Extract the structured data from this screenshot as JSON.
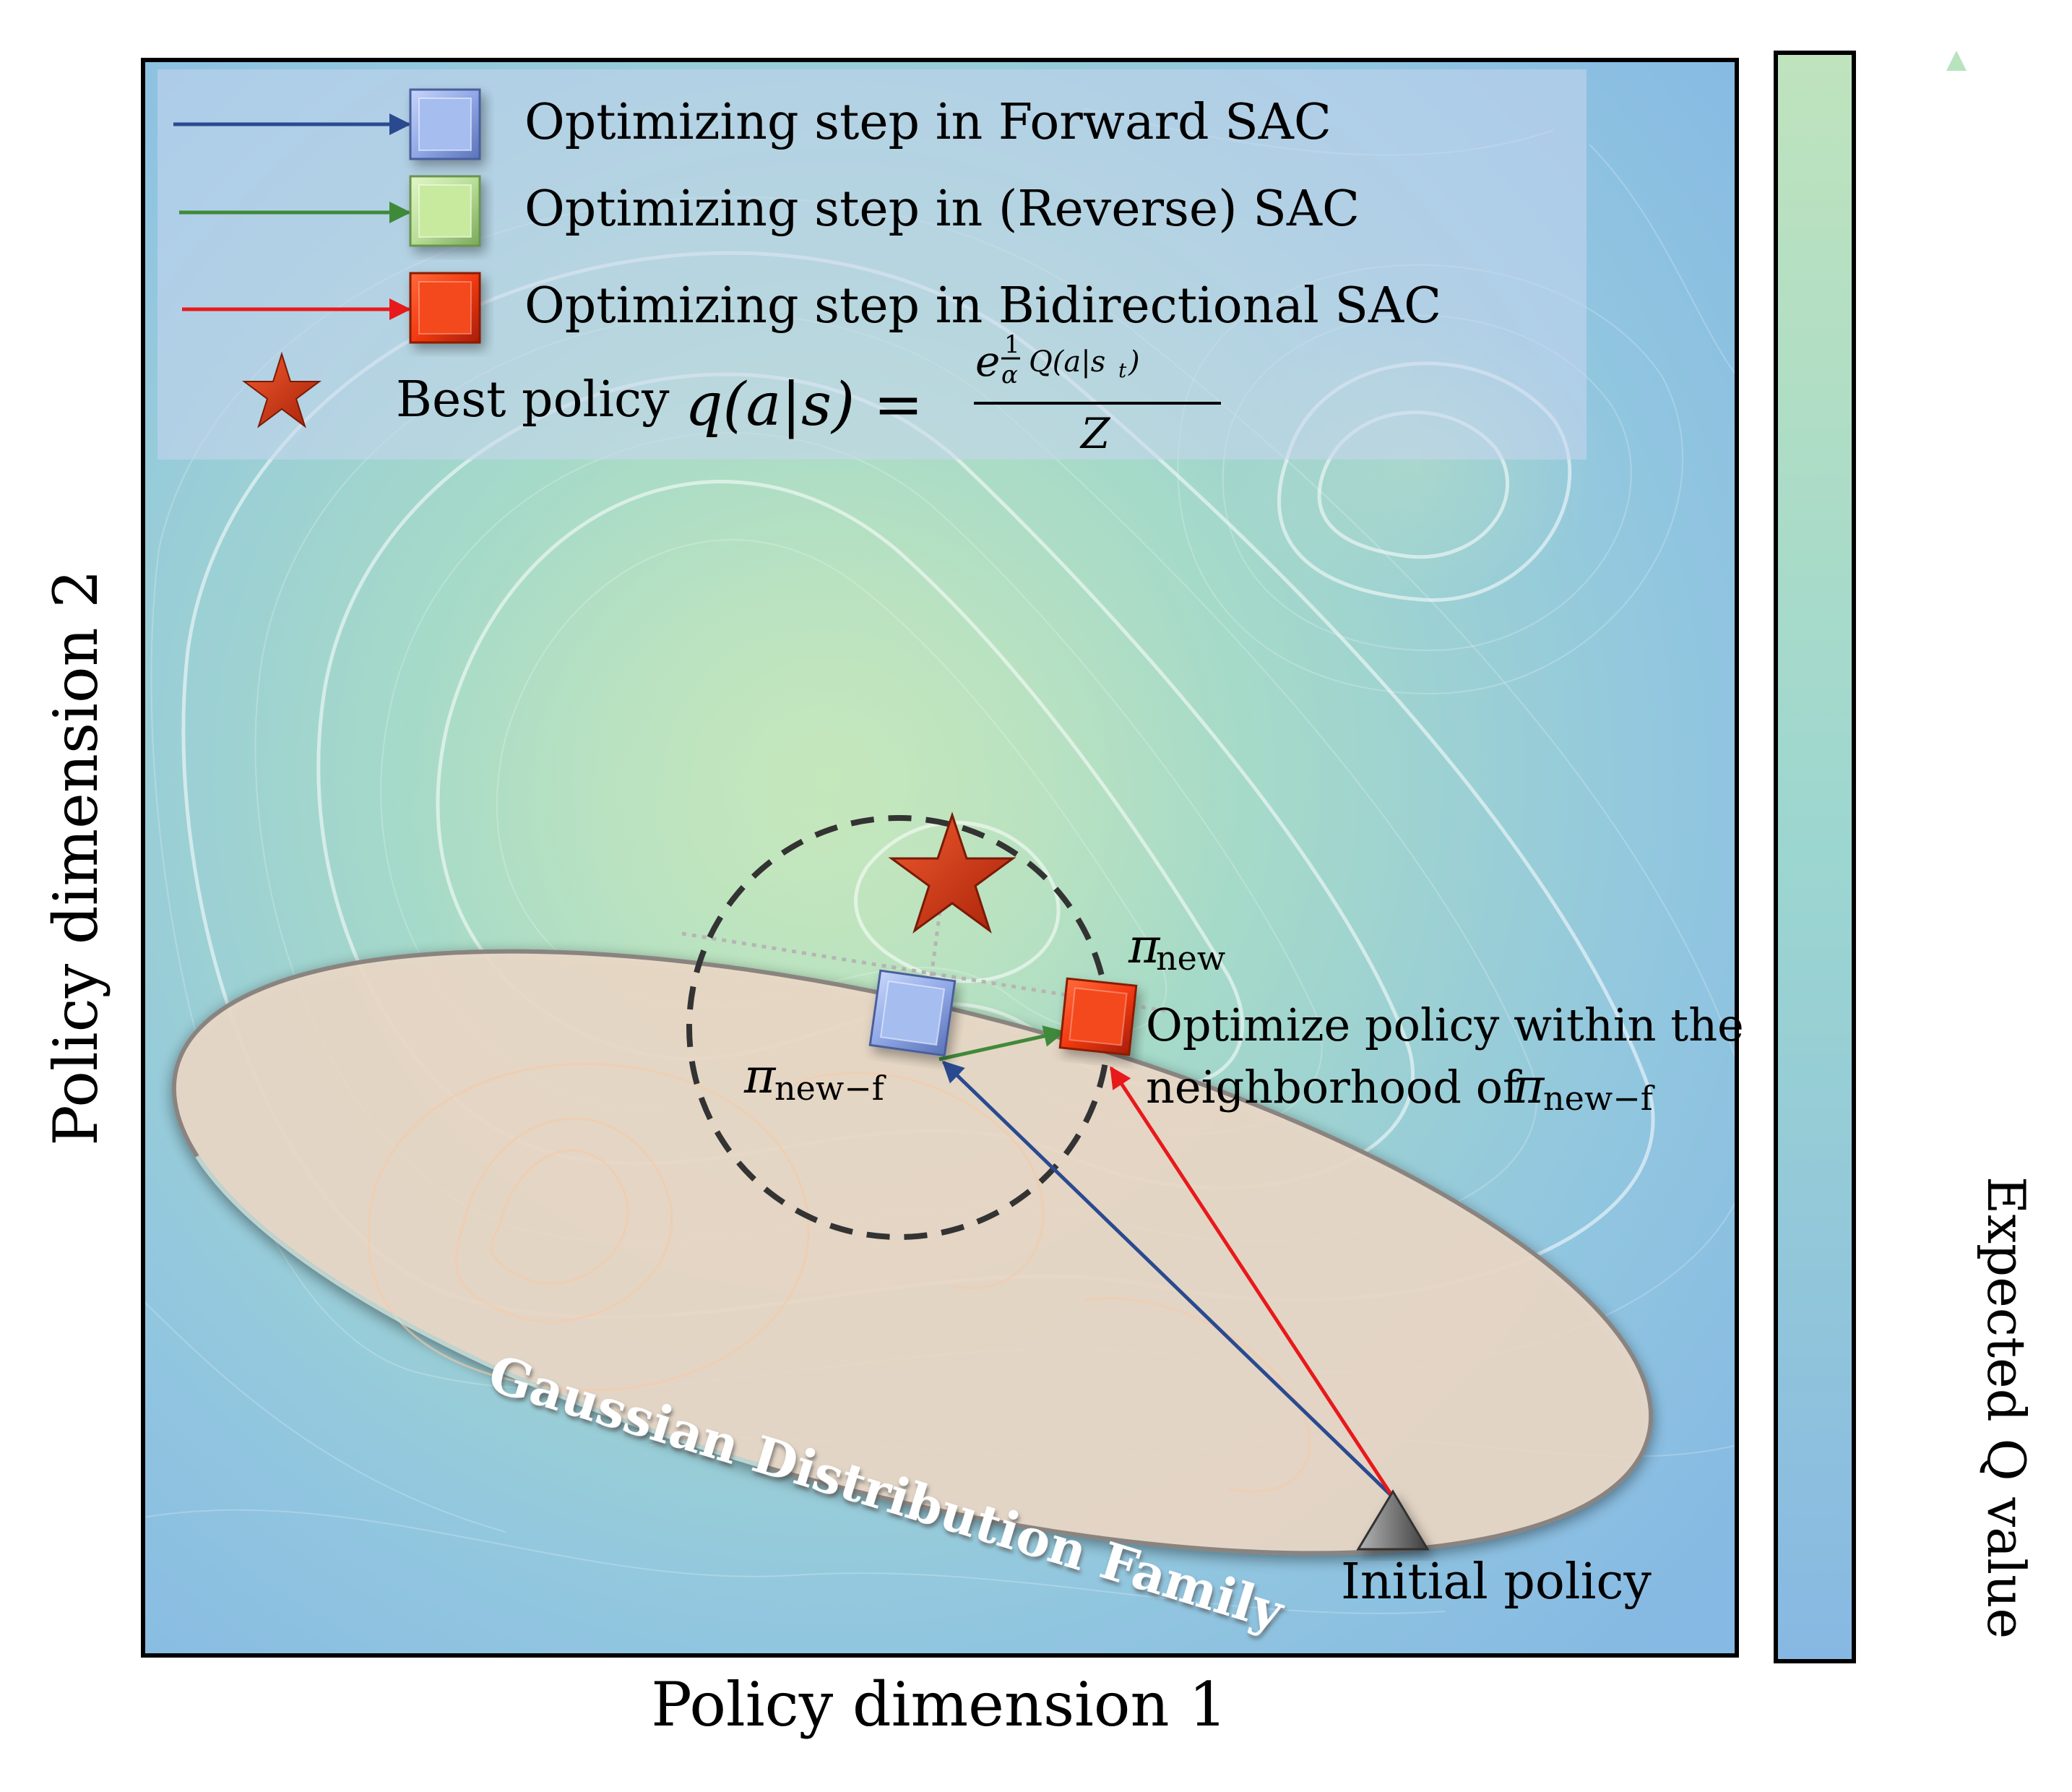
{
  "axes": {
    "xlabel": "Policy dimension 1",
    "ylabel": "Policy dimension 2",
    "colorbar_label": "Expected Q value"
  },
  "legend": {
    "items": [
      {
        "label": "Optimizing step in Forward SAC",
        "arrow_color": "#2a4a90",
        "marker": "blue-square"
      },
      {
        "label": "Optimizing step in (Reverse) SAC",
        "arrow_color": "#3f8a3a",
        "marker": "green-square"
      },
      {
        "label": "Optimizing step in Bidirectional SAC",
        "arrow_color": "#e8191b",
        "marker": "red-square"
      }
    ],
    "best_policy_prefix": "Best policy",
    "best_policy_formula": "q(a|s) = e^{(1/α) Q(a|s_t)} / Z"
  },
  "annotations": {
    "pi_new": "π_new",
    "pi_new_f": "π_new−f",
    "optimize_line1": "Optimize policy within the",
    "optimize_line2": "neighborhood of",
    "initial_policy": "Initial policy",
    "gaussian_family": "Gaussian Distribution Family"
  },
  "colors": {
    "background_blue": "#8bbde3",
    "background_green": "#bfe3bd",
    "ellipse_fill": "#e8d6c8",
    "forward_arrow": "#2a4a90",
    "reverse_arrow": "#3f8a3a",
    "bidirectional_arrow": "#e8191b",
    "star": "#c8331f"
  }
}
